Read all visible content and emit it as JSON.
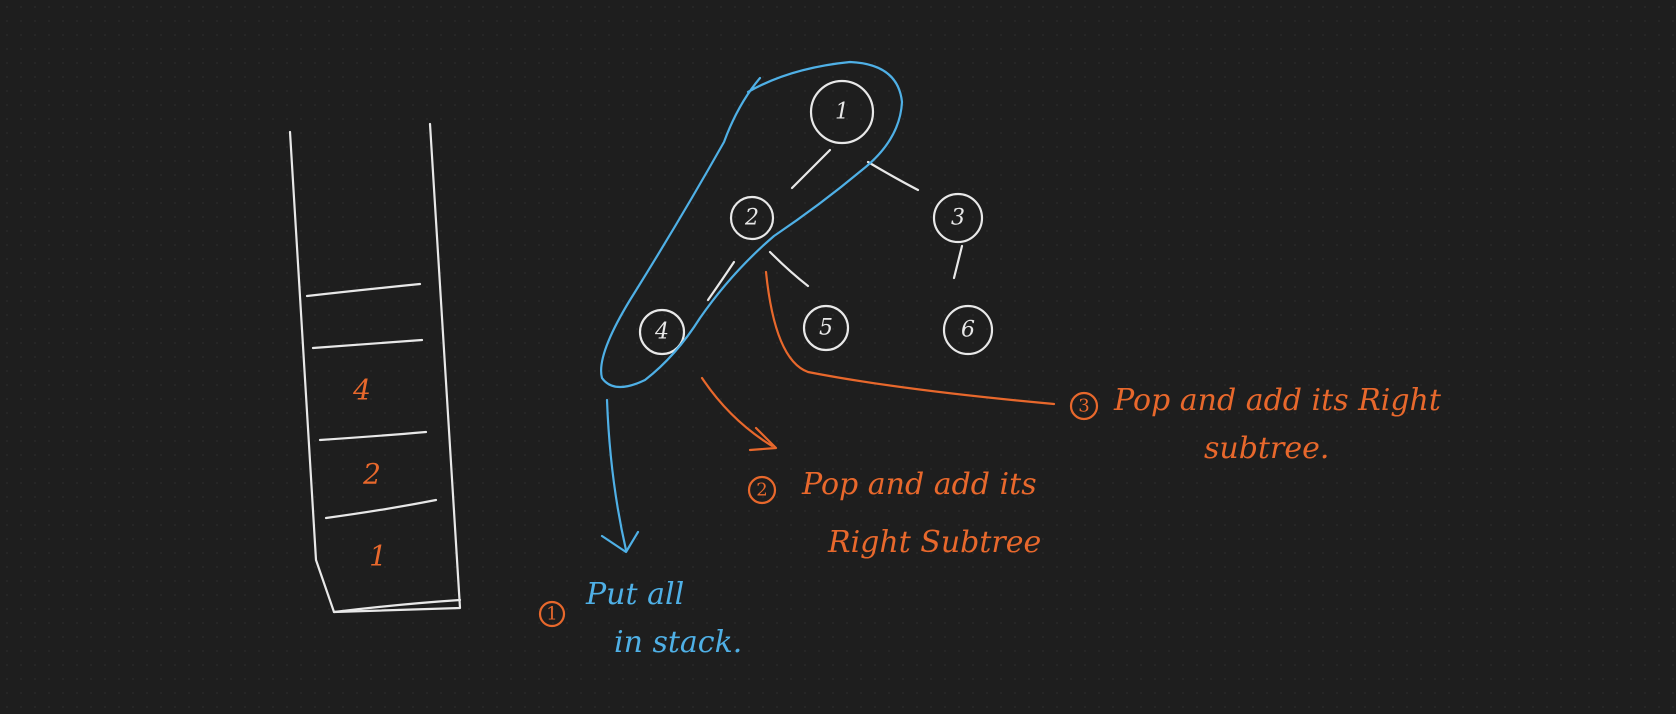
{
  "stack": {
    "items": [
      "4",
      "2",
      "1"
    ]
  },
  "tree": {
    "nodes": [
      "1",
      "2",
      "3",
      "4",
      "5",
      "6"
    ]
  },
  "notes": {
    "step1": {
      "number": "1",
      "lines": [
        "Put all",
        "in stack."
      ]
    },
    "step2": {
      "number": "2",
      "lines": [
        "Pop and add its",
        "Right Subtree"
      ]
    },
    "step3": {
      "number": "3",
      "lines": [
        "Pop and add its Right",
        "subtree."
      ]
    }
  },
  "colors": {
    "background": "#1e1e1e",
    "white_ink": "#e8e8e8",
    "blue_ink": "#4fb0e6",
    "orange_ink": "#e8682c"
  }
}
